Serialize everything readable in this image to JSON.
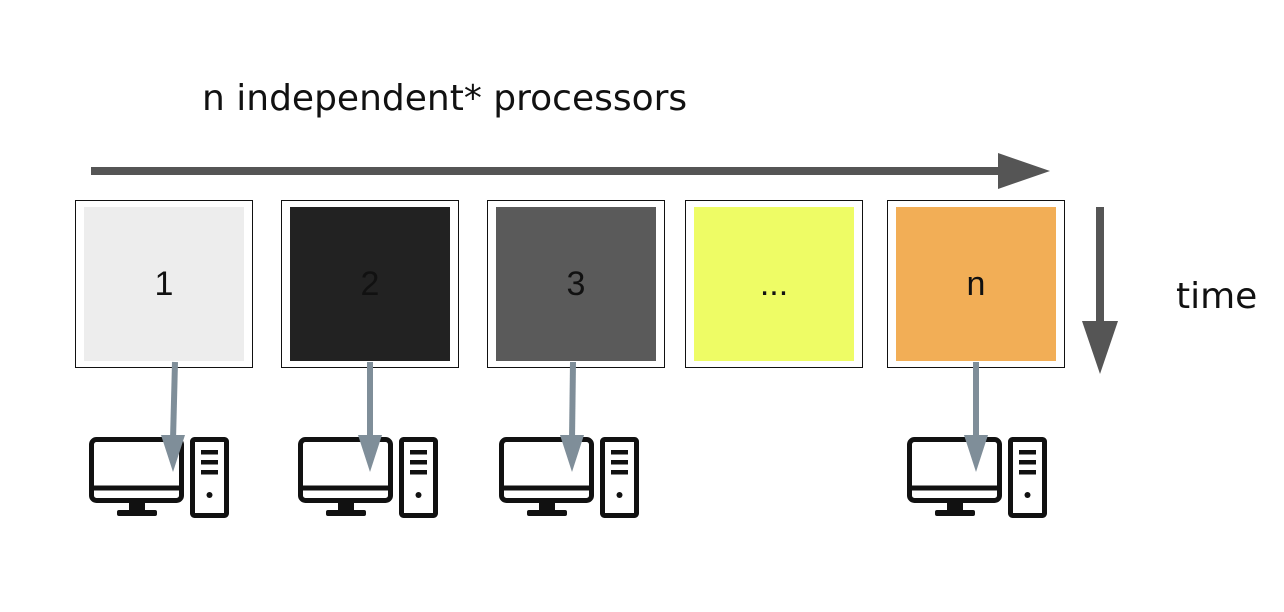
{
  "title": "n independent* processors",
  "time_label": "time",
  "blocks": [
    {
      "label": "1",
      "color": "#ededed"
    },
    {
      "label": "2",
      "color": "#222222"
    },
    {
      "label": "3",
      "color": "#5a5a5a"
    },
    {
      "label": "...",
      "color": "#eefc65"
    },
    {
      "label": "n",
      "color": "#f2ae56"
    }
  ],
  "colors": {
    "axis_arrow": "#555555",
    "assign_arrow": "#7f8e99",
    "icon": "#111111"
  },
  "icons": [
    "computer-icon",
    "computer-icon",
    "computer-icon",
    "computer-icon"
  ]
}
